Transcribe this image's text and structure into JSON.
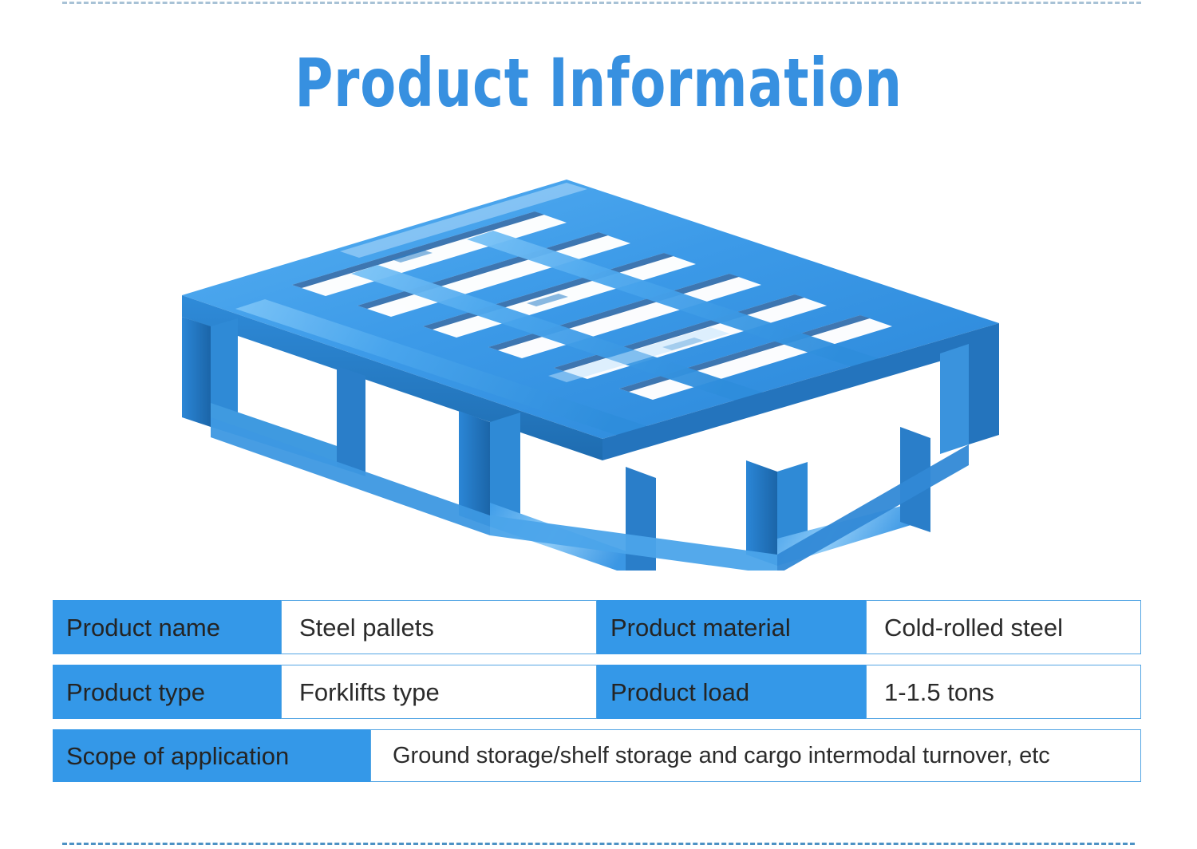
{
  "page": {
    "title": "Product Information",
    "accent_blue": "#3498e8",
    "title_blue": "#3790e0",
    "border_blue": "#54a6e4",
    "background": "#ffffff"
  },
  "hero": {
    "alt_name": "blue-steel-pallet-3d-render",
    "colors": {
      "light": "#4aa7ee",
      "mid": "#2e8ede",
      "dark": "#1f6fb4",
      "darkest": "#1a5f9e",
      "highlight": "#8cc9f5",
      "shadow_slot": "#1d5fa4"
    }
  },
  "spec": {
    "rows": [
      {
        "cells": [
          {
            "label": "Product name",
            "value": "Steel pallets"
          },
          {
            "label": "Product material",
            "value": "Cold-rolled steel"
          }
        ]
      },
      {
        "cells": [
          {
            "label": "Product type",
            "value": "Forklifts type"
          },
          {
            "label": "Product load",
            "value": "1-1.5 tons"
          }
        ]
      }
    ],
    "scope": {
      "label": "Scope of application",
      "value": "Ground storage/shelf storage and cargo intermodal turnover, etc"
    }
  }
}
